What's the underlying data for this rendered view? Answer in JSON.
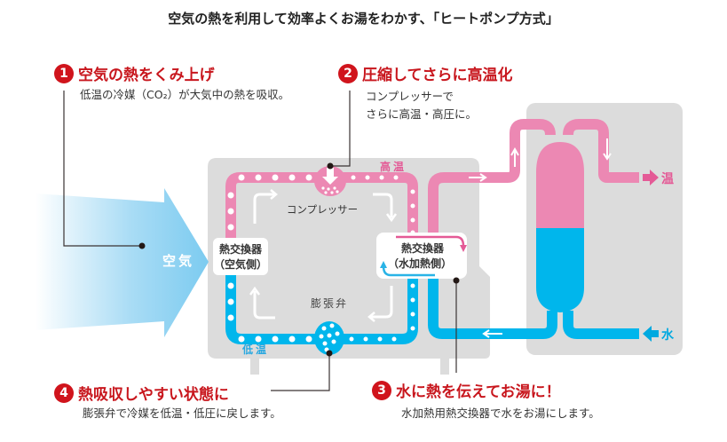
{
  "title": "空気の熱を利用して効率よくお湯をわかす、「ヒートポンプ方式」",
  "steps": [
    {
      "number": "1",
      "title": "空気の熱をくみ上げ",
      "desc": [
        "低温の冷媒（CO₂）が大気中の熱を吸収。"
      ]
    },
    {
      "number": "2",
      "title": "圧縮してさらに高温化",
      "desc": [
        "コンプレッサーで",
        "さらに高温・高圧に。"
      ]
    },
    {
      "number": "3",
      "title": "水に熱を伝えてお湯に！",
      "desc": [
        "水加熱用熱交換器で水をお湯にします。"
      ]
    },
    {
      "number": "4",
      "title": "熱吸収しやすい状態に",
      "desc": [
        "膨張弁で冷媒を低温・低圧に戻します。"
      ]
    }
  ],
  "diagram": {
    "air_label": "空気",
    "hx_air": [
      "熱交換器",
      "（空気側）"
    ],
    "hx_water": [
      "熱交換器",
      "（水加熱側）"
    ],
    "compressor_label": "コンプレッサー",
    "valve_label": "膨張弁",
    "high_temp_label": "高温",
    "low_temp_label": "低温",
    "hot_out_label": "温",
    "water_in_label": "水"
  },
  "colors": {
    "accent_red": "#d0141c",
    "hot_pink": "#ec88b3",
    "cold_blue": "#00b6ec",
    "unit_gray": "#dcdcdc",
    "air_blue": "#7ccbf0"
  }
}
